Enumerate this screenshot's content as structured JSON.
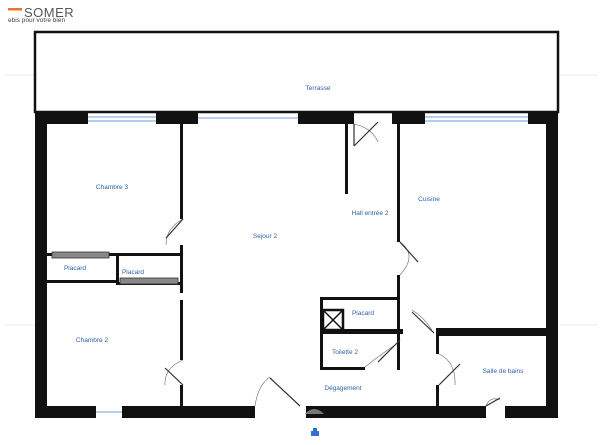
{
  "logo": {
    "name": "SOMER",
    "tagline": "ebis pour votre bien",
    "accent_color": "#e8752a"
  },
  "rooms": {
    "terrasse": "Terrasse",
    "chambre3": "Chambre 3",
    "chambre2": "Chambre 2",
    "sejour": "Sejour 2",
    "hall": "Hall entrée 2",
    "cuisine": "Cuisine",
    "placard1": "Placard",
    "placard2": "Placard",
    "placard3": "Placard",
    "toilette": "Toilette 2",
    "degagement": "Dégagement",
    "salle_bains": "Salle de bains"
  },
  "colors": {
    "wall": "#111111",
    "label": "#2f5fa8",
    "window": "#6f9fd8",
    "entrance": "#2f6fd0"
  }
}
